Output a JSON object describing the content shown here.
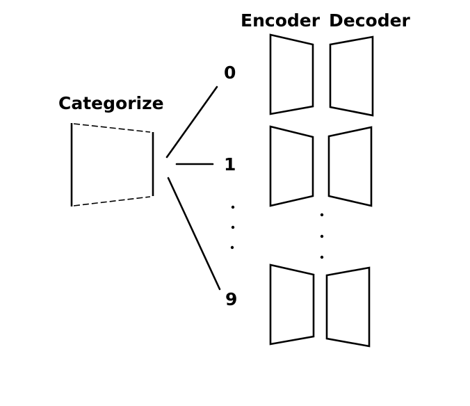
{
  "labels": {
    "categorize": "Categorize",
    "encoder": "Encoder",
    "decoder": "Decoder"
  },
  "branches": [
    {
      "label": "0"
    },
    {
      "label": "1"
    },
    {
      "label": "9"
    }
  ],
  "colors": {
    "ink": "#000000",
    "background": "#ffffff"
  }
}
